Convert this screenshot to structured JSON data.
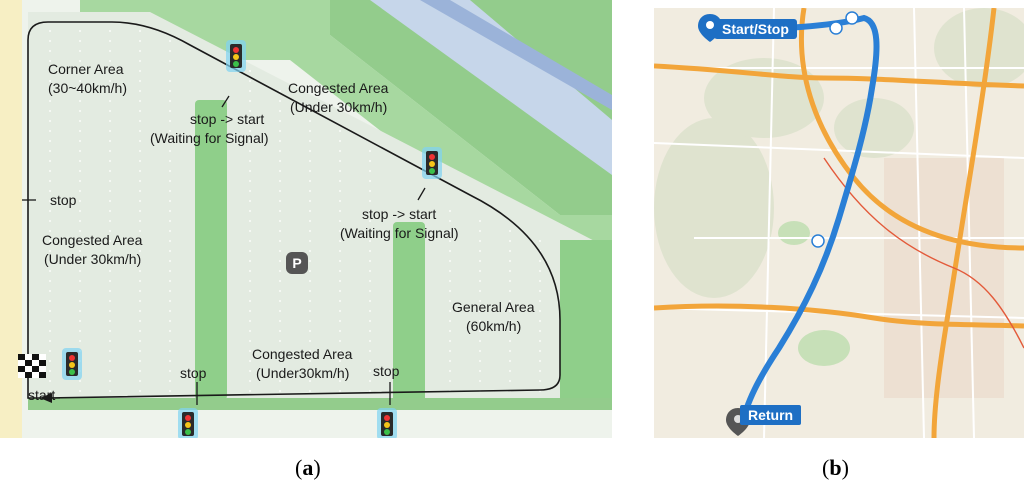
{
  "panel_a": {
    "labels": {
      "corner_area": "Corner Area",
      "corner_speed": "(30~40km/h)",
      "congested_top": "Congested Area",
      "congested_top_speed": "(Under 30km/h)",
      "stop_start_1": "stop -> start",
      "waiting_1": "(Waiting for Signal)",
      "stop_start_2": "stop -> start",
      "waiting_2": "(Waiting for Signal)",
      "stop_left": "stop",
      "congested_left": "Congested Area",
      "congested_left_speed": "(Under 30km/h)",
      "general_area": "General Area",
      "general_speed": "(60km/h)",
      "congested_bottom": "Congested Area",
      "congested_bottom_speed": "(Under30km/h)",
      "stop_bottom_1": "stop",
      "stop_bottom_2": "stop",
      "start": "start",
      "parking": "P"
    },
    "colors": {
      "route": "#1a1a1a",
      "grass": "#8fcf8a",
      "lot": "#e4ece2",
      "road": "#c9d5e6",
      "water": "#9fb5d8"
    }
  },
  "panel_b": {
    "labels": {
      "start_stop": "Start/Stop",
      "return": "Return"
    },
    "colors": {
      "route": "#2a7fd6",
      "tag": "#1e6fc4",
      "highway": "#f2a53a",
      "map_bg": "#f1ece0"
    }
  },
  "captions": {
    "a": "a",
    "b": "b"
  }
}
